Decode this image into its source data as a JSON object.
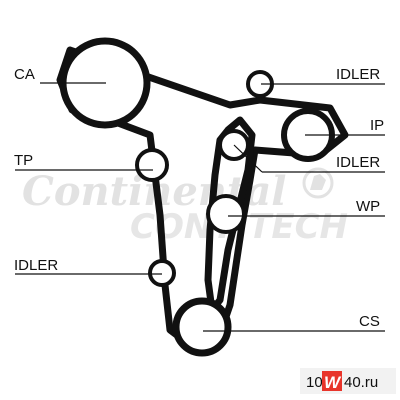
{
  "watermark": {
    "brand_top": "Continental",
    "brand_bottom": "CONTITECH"
  },
  "labels": {
    "ca": "CA",
    "idler_top": "IDLER",
    "ip": "IP",
    "tp": "TP",
    "idler_mid": "IDLER",
    "wp": "WP",
    "idler_low": "IDLER",
    "cs": "CS"
  },
  "badge": {
    "prefix": "10",
    "highlight": "W",
    "suffix": "40.ru"
  },
  "colors": {
    "belt": "#111111",
    "watermark": "#e2e2e2",
    "badge_highlight": "#e8352b"
  }
}
